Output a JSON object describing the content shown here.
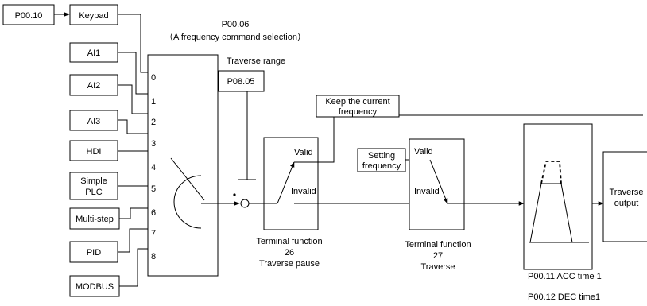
{
  "diagram": {
    "p0010_label": "P00.10",
    "keypad_label": "Keypad",
    "selector_code": "P00.06",
    "selector_desc": "（A frequency command selection）",
    "sources": [
      "AI1",
      "AI2",
      "AI3",
      "HDI",
      "Simple",
      "PLC",
      "Multi-step",
      "PID",
      "MODBUS"
    ],
    "channel_numbers": [
      "0",
      "1",
      "2",
      "3",
      "4",
      "5",
      "6",
      "7",
      "8"
    ],
    "traverse_range_title": "Traverse range",
    "traverse_range_param": "P08.05",
    "keep_current_line1": "Keep the current",
    "keep_current_line2": "frequency",
    "switch1_valid": "Valid",
    "switch1_invalid": "Invalid",
    "terminal1_line1": "Terminal function",
    "terminal1_line2": "26",
    "terminal1_line3": "Traverse pause",
    "setting_freq_line1": "Setting",
    "setting_freq_line2": "frequency",
    "switch2_valid": "Valid",
    "switch2_invalid": "Invalid",
    "terminal2_line1": "Terminal function",
    "terminal2_line2": "27",
    "terminal2_line3": "Traverse",
    "output_line1": "Traverse",
    "output_line2": "output",
    "acc_time": "P00.11 ACC time 1",
    "dec_time": "P00.12  DEC time1"
  }
}
